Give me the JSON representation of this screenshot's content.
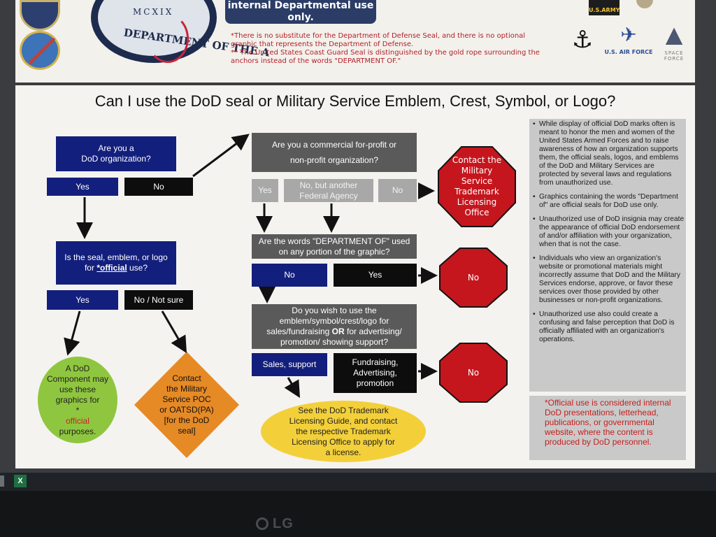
{
  "top_slide": {
    "seal_text": "MCXIX",
    "seal_arc_text": "DEPARTMENT OF THE A",
    "internal_box": "internal Departmental use only.",
    "note_1": "*There is no substitute for the Department of Defense Seal, and there is no optional graphic that represents the Department of Defense.",
    "note_2": "** The United States Coast Guard Seal is distinguished by the gold rope surrounding the anchors instead of the words \"DEPARTMENT OF.\"",
    "logo_army": "U.S.ARMY",
    "logo_airforce": "U.S. AIR FORCE",
    "logo_spaceforce": "SPACE FORCE"
  },
  "slide": {
    "title": "Can I use the DoD seal or Military Service Emblem, Crest, Symbol, or Logo?"
  },
  "flow": {
    "q_dod_org": "Are you a\nDoD organization?",
    "yes_1": "Yes",
    "no_1": "No",
    "q_official": "Is the seal, emblem, or logo",
    "q_official_for": "for ",
    "q_official_word": "*official",
    "q_official_end": " use?",
    "yes_2": "Yes",
    "no_sure": "No / Not sure",
    "green_pre": "A DoD\nComponent may\nuse these\ngraphics for\n*",
    "green_red": "official",
    "green_post": "purposes.",
    "orange": "Contact\nthe Military\nService POC\nor OATSD(PA)\n[for the DoD\nseal]",
    "q_commercial": "Are you a commercial for-profit or\nnon-profit organization?",
    "yes_3": "Yes",
    "no_but": "No, but another\nFederal Agency",
    "no_3": "No",
    "oct_contact": "Contact the\nMilitary\nService\nTrademark\nLicensing\nOffice",
    "q_words": "Are the words \"DEPARTMENT OF\" used\non any portion of the graphic?",
    "no_4": "No",
    "yes_4": "Yes",
    "oct_no_1": "No",
    "q_sales_1": "Do you wish to use the\nemblem/symbol/crest/logo for\nsales/fundraising ",
    "q_sales_or": "OR",
    "q_sales_2": " for advertising/\npromotion/ showing support?",
    "sales_support": "Sales, support",
    "fundraising": "Fundraising,\nAdvertising,\npromotion",
    "oct_no_2": "No",
    "yellow": "See the DoD Trademark\nLicensing Guide, and contact\nthe respective Trademark\nLicensing Office to apply for\na license."
  },
  "side": {
    "bullets": [
      "While display of official DoD marks often is meant to honor the men and women of the United States Armed Forces and to raise awareness of how an organization supports them, the official seals, logos, and emblems of the DoD and Military Services are protected by several laws and regulations from unauthorized use.",
      "Graphics containing the words \"Department of\" are official seals for DoD use only.",
      "Unauthorized use of DoD insignia may create the appearance of official DoD endorsement of and/or affiliation with your organization, when that is not the case.",
      "Individuals who view an organization's website or promotional materials might incorrectly assume that DoD and the Military Services endorse, approve, or favor these services over those provided by other businesses or non-profit organizations.",
      "Unauthorized use also could create a confusing and false perception that DoD is officially affiliated with an organization's operations."
    ],
    "official_note": "*Official use is considered internal DoD presentations, letterhead, publications, or governmental website, where the content is produced by DoD personnel."
  },
  "monitor": {
    "brand": "LG",
    "taskbar_excel": "X"
  },
  "colors": {
    "navy": "#131f7c",
    "stop_red": "#c6161d",
    "green": "#8fc63f",
    "orange": "#e68a26",
    "yellow": "#f3d03a",
    "note_red": "#c51e1e"
  }
}
